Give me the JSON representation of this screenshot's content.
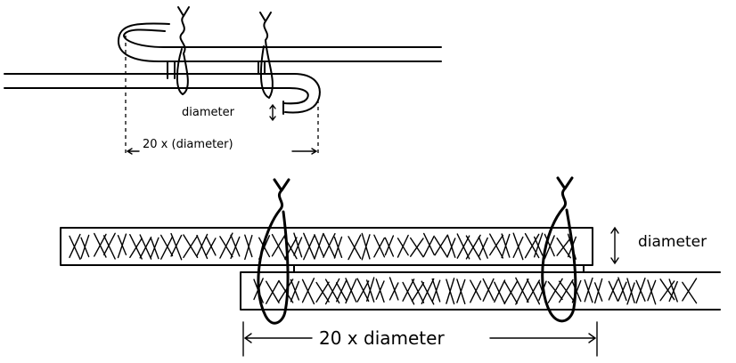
{
  "top_figure": {
    "diameter_label": "diameter",
    "length_label": "20 x (diameter)"
  },
  "bottom_figure": {
    "diameter_label": "diameter",
    "length_label": "20 x diameter"
  }
}
